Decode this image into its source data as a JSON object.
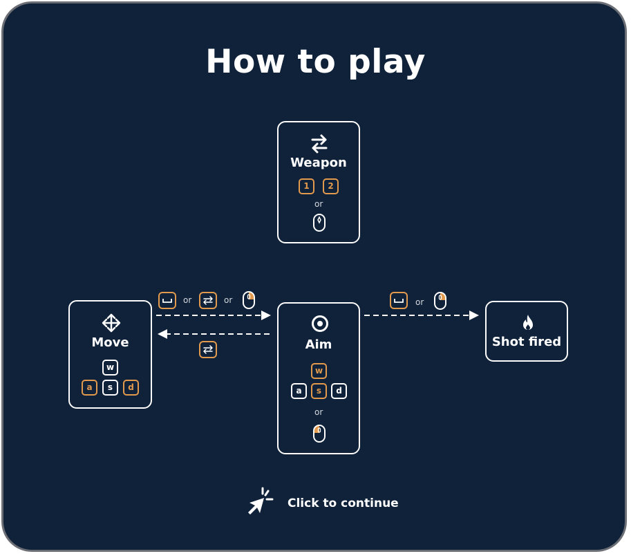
{
  "title": "How to play",
  "or_text": "or",
  "colors": {
    "background": "#0f223a",
    "accent": "#e39a4c",
    "foreground": "#ffffff",
    "frame": "#6b6e74"
  },
  "cards": {
    "weapon": {
      "label": "Weapon",
      "icon": "swap-arrows-icon",
      "keys": [
        "1",
        "2"
      ],
      "alt": "mouse-scroll-icon"
    },
    "move": {
      "label": "Move",
      "icon": "move-arrows-icon",
      "keys": [
        "w",
        "a",
        "s",
        "d"
      ],
      "highlighted_keys": [
        "a",
        "d"
      ]
    },
    "aim": {
      "label": "Aim",
      "icon": "target-icon",
      "keys": [
        "w",
        "a",
        "s",
        "d"
      ],
      "highlighted_keys": [
        "w",
        "s"
      ],
      "alt": "mouse-left-click-icon"
    },
    "shot": {
      "label": "Shot fired",
      "icon": "fire-icon"
    }
  },
  "transitions": {
    "move_to_aim": [
      "space-key-icon",
      "swap-key-icon",
      "mouse-right-click-icon"
    ],
    "aim_to_move": [
      "swap-key-icon"
    ],
    "aim_to_shot": [
      "space-key-icon",
      "mouse-right-click-icon"
    ]
  },
  "cta": {
    "label": "Click to continue",
    "icon": "click-cursor-icon"
  }
}
